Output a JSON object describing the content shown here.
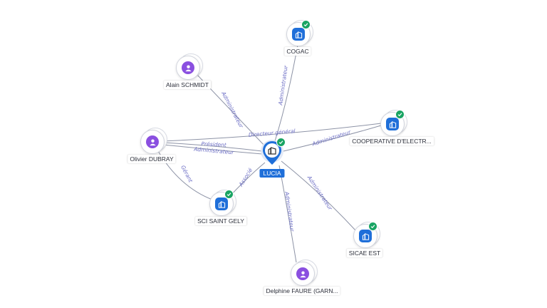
{
  "center": {
    "label": "LUCIA",
    "icon": "building-icon",
    "verified": true
  },
  "nodes": [
    {
      "id": "cogac",
      "label": "COGAC",
      "kind": "company",
      "icon": "building-icon",
      "verified": true
    },
    {
      "id": "alain",
      "label": "Alain SCHMIDT",
      "kind": "person",
      "icon": "person-icon",
      "verified": false
    },
    {
      "id": "olivier",
      "label": "Olivier DUBRAY",
      "kind": "person",
      "icon": "person-icon",
      "verified": false
    },
    {
      "id": "cooperative",
      "label": "COOPERATIVE D'ELECTR...",
      "kind": "company",
      "icon": "building-icon",
      "verified": true
    },
    {
      "id": "sci",
      "label": "SCI SAINT GELY",
      "kind": "company",
      "icon": "building-icon",
      "verified": true
    },
    {
      "id": "sicae",
      "label": "SICAE EST",
      "kind": "company",
      "icon": "building-icon",
      "verified": true
    },
    {
      "id": "delphine",
      "label": "Delphine FAURE (GARN...",
      "kind": "person",
      "icon": "person-icon",
      "verified": false
    }
  ],
  "edges": [
    {
      "from": "cogac",
      "to": "center",
      "label": "Administrateur"
    },
    {
      "from": "alain",
      "to": "center",
      "label": "Administrateur"
    },
    {
      "from": "olivier",
      "to": "cooperative",
      "label": "Directeur général"
    },
    {
      "from": "olivier",
      "to": "center",
      "label": "Président"
    },
    {
      "from": "olivier",
      "to": "center",
      "label": "Administrateur"
    },
    {
      "from": "cooperative",
      "to": "center",
      "label": "Administrateur"
    },
    {
      "from": "olivier",
      "to": "sci",
      "label": "Gérant"
    },
    {
      "from": "sci",
      "to": "center",
      "label": "Associé"
    },
    {
      "from": "center",
      "to": "sicae",
      "label": "Administrateur"
    },
    {
      "from": "center",
      "to": "delphine",
      "label": "Administrateur"
    }
  ],
  "colors": {
    "person": "#8a4fe0",
    "company": "#1f6fd9",
    "verified": "#19a463",
    "edge": "#8d93a6",
    "edge_label": "#6a6cc4"
  }
}
